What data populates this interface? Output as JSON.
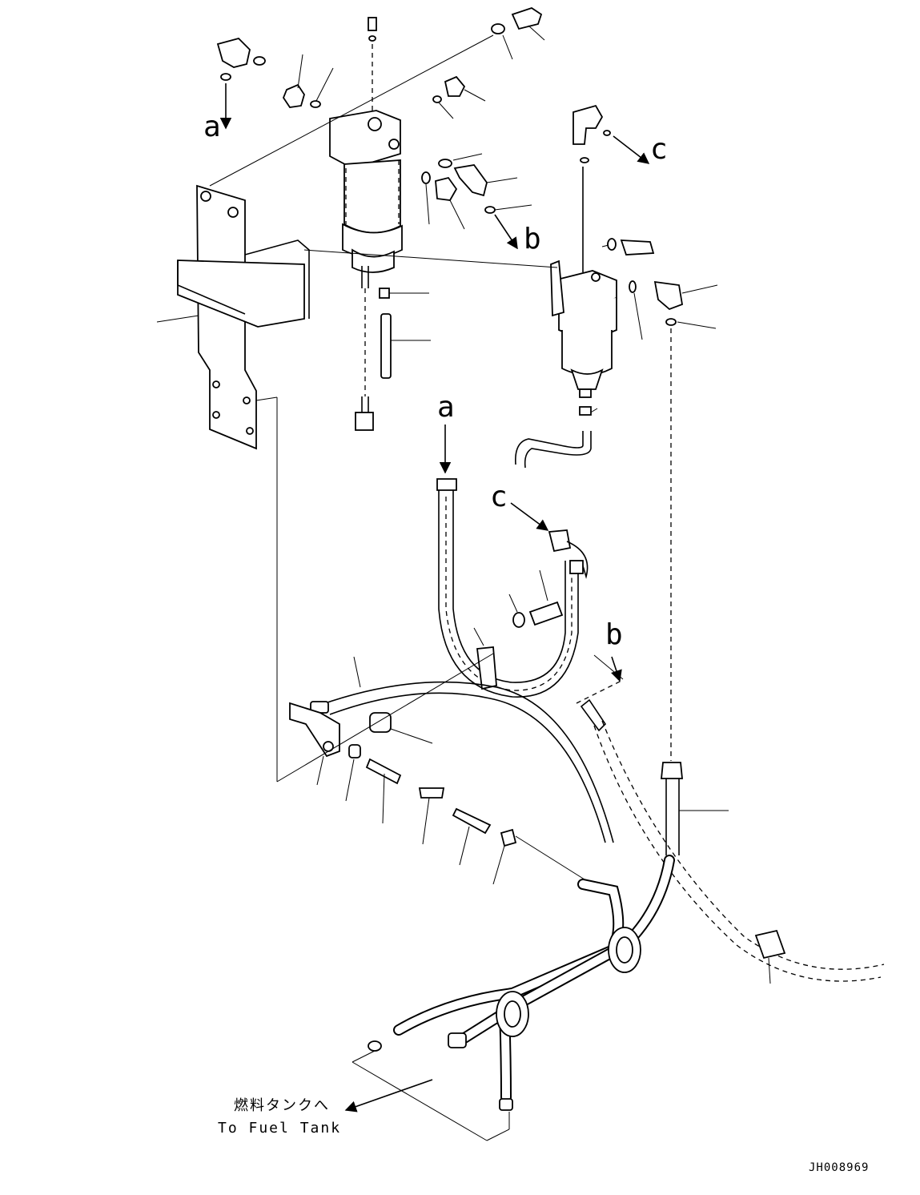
{
  "callouts": {
    "a": "a",
    "b": "b",
    "c": "c"
  },
  "destination": {
    "jp": "燃料タンクへ",
    "en": "To Fuel Tank"
  },
  "drawing_code": "JH008969"
}
